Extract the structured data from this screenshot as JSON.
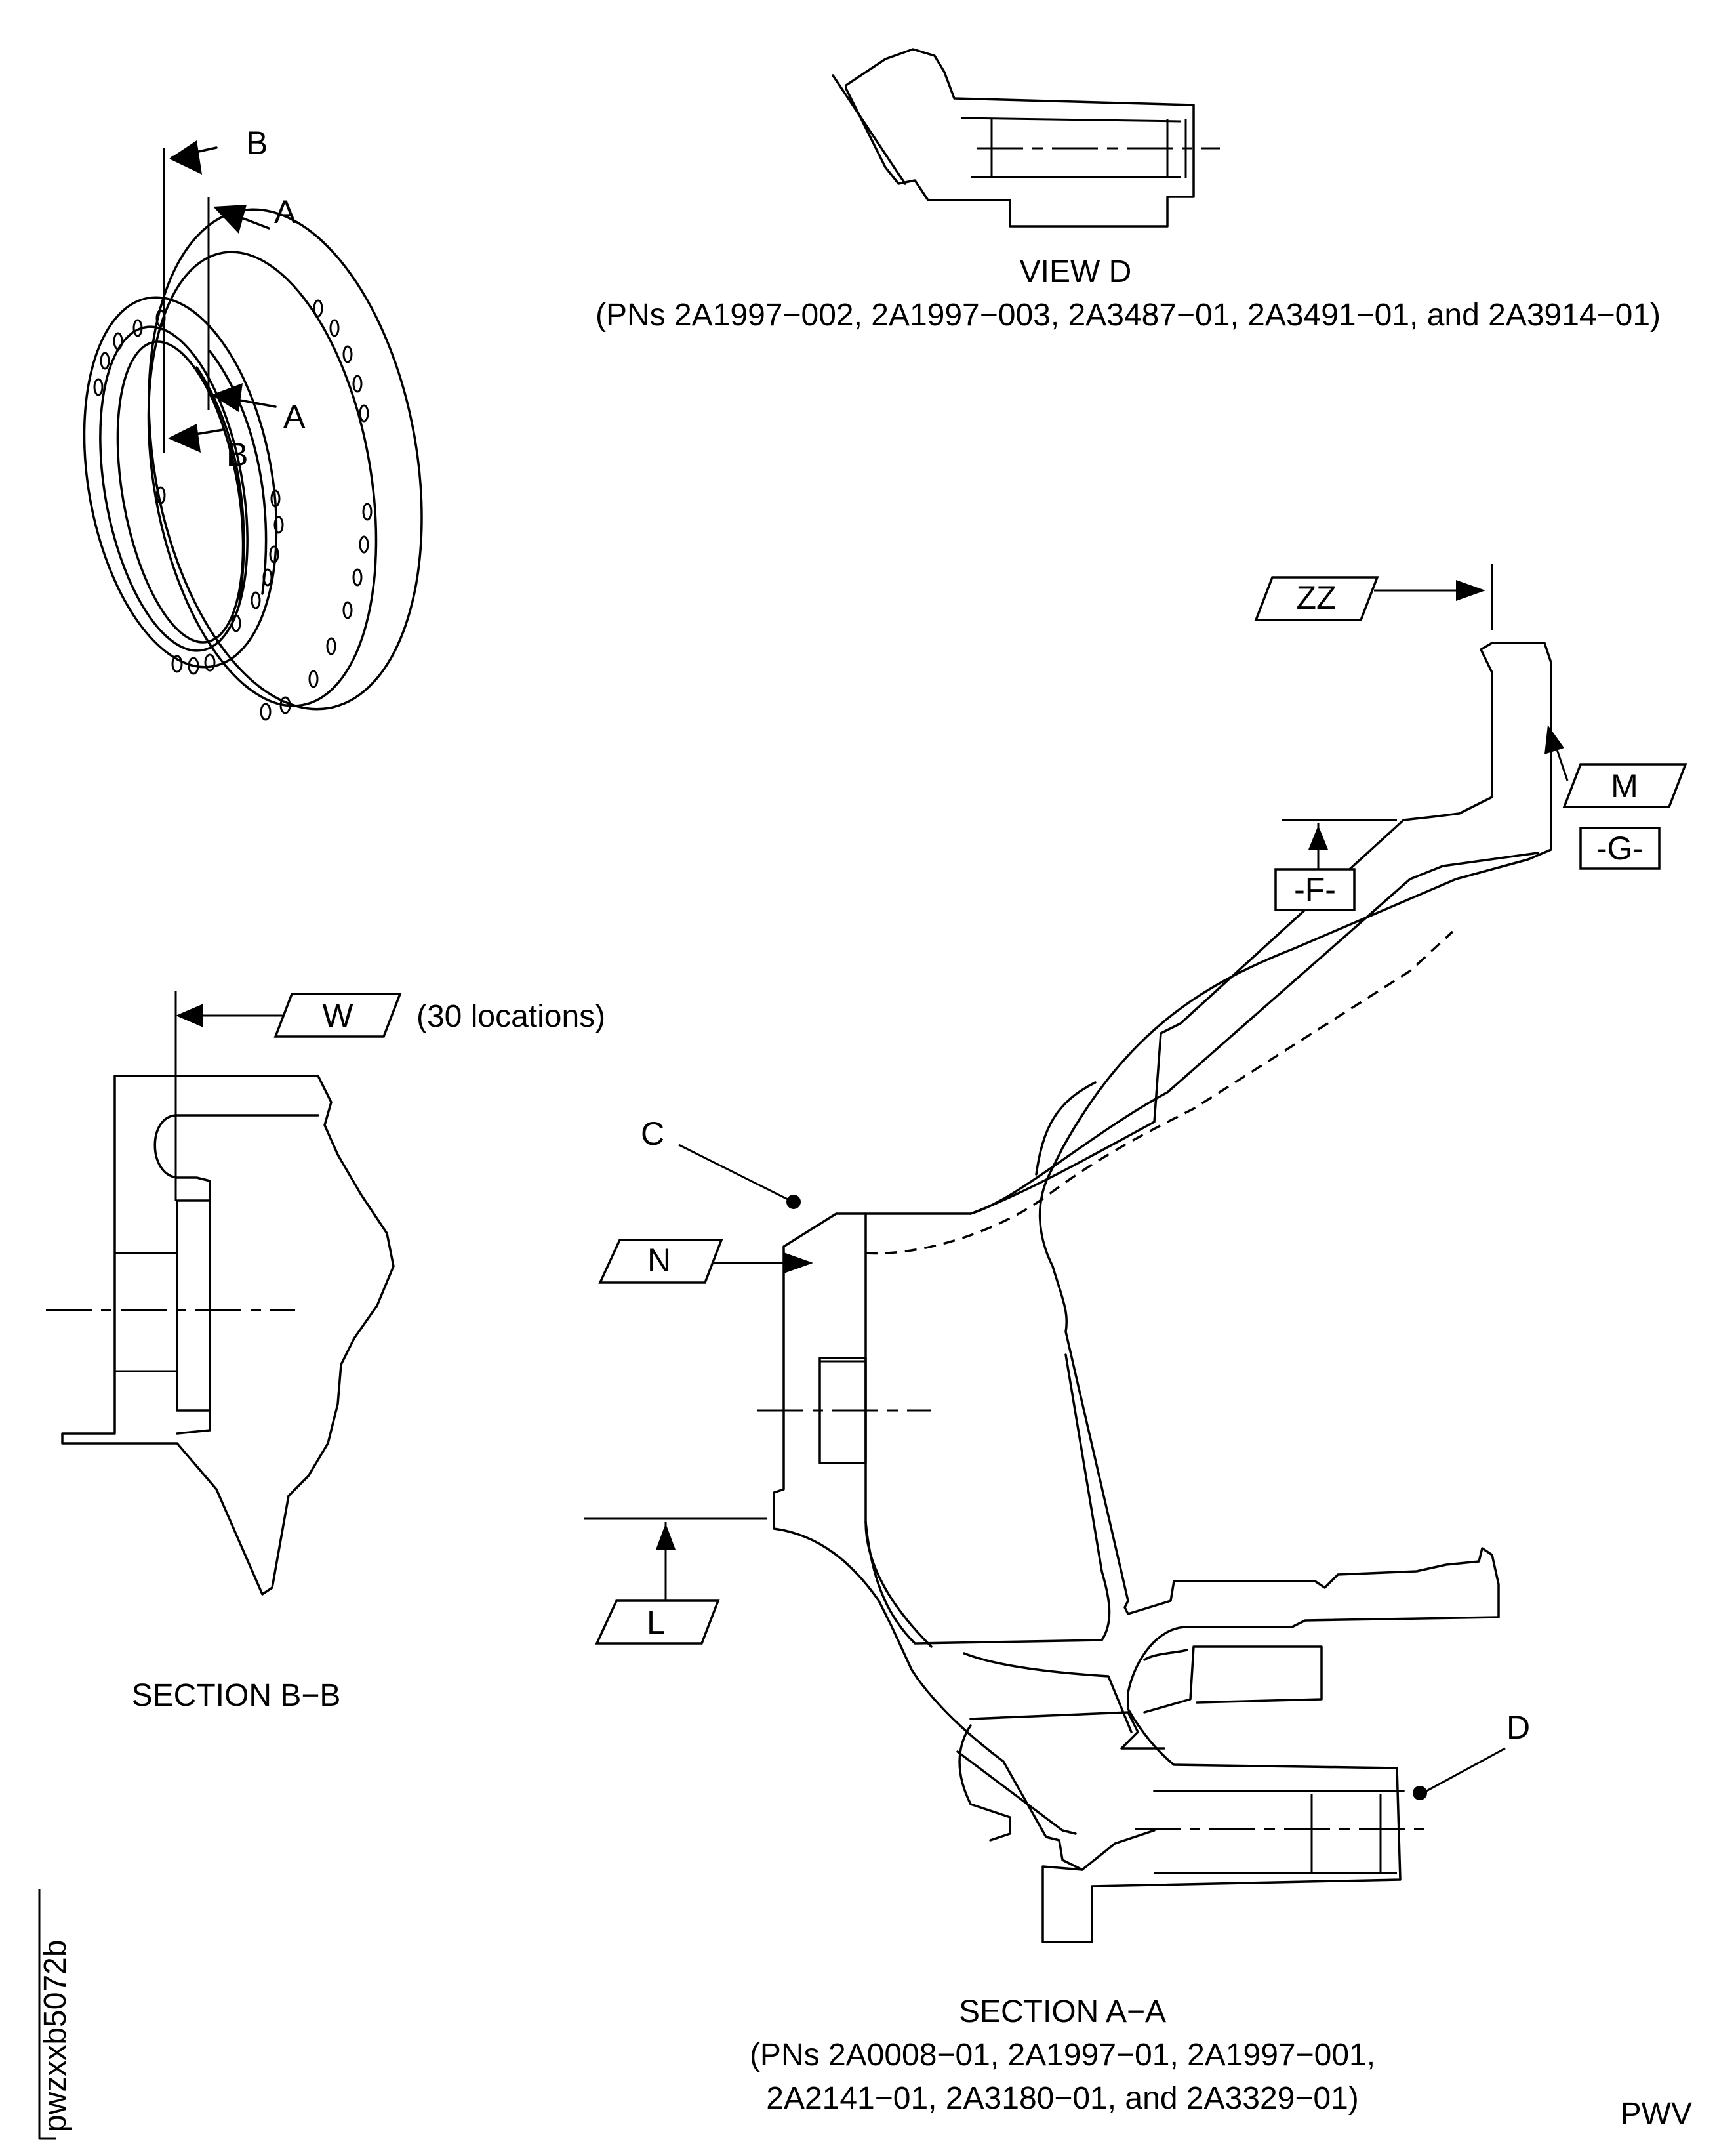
{
  "view_d": {
    "title": "VIEW D",
    "pns": "(PNs 2A1997−002, 2A1997−003, 2A3487−01, 2A3491−01, and 2A3914−01)"
  },
  "section_aa": {
    "title": "SECTION A−A",
    "pns_line1": "(PNs 2A0008−01, 2A1997−01, 2A1997−001,",
    "pns_line2": "2A2141−01, 2A3180−01, and 2A3329−01)"
  },
  "section_bb": {
    "title": "SECTION B−B",
    "datum_w": "W",
    "w_note": "(30 locations)"
  },
  "iso_view": {
    "cut_b_top": "B",
    "cut_a_top": "A",
    "cut_a_bottom": "A",
    "cut_b_bottom": "B"
  },
  "datums": {
    "zz": "ZZ",
    "m": "M",
    "g": "-G-",
    "f": "-F-",
    "n": "N",
    "l": "L"
  },
  "callouts": {
    "c": "C",
    "d": "D"
  },
  "side_code": "pwzxxb5072b",
  "corner_code": "PWV"
}
